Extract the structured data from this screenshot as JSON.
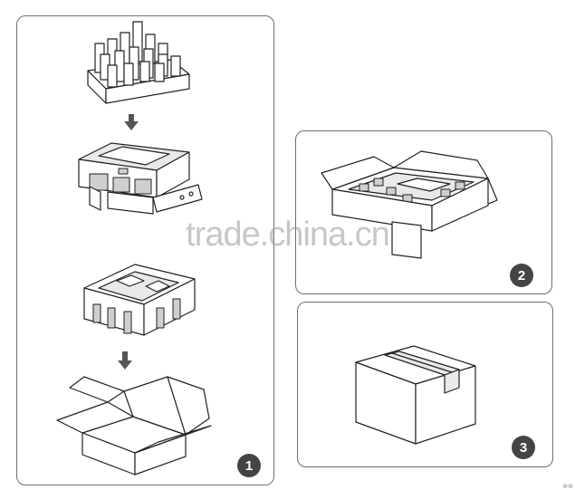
{
  "steps": [
    {
      "number": "1"
    },
    {
      "number": "2"
    },
    {
      "number": "3"
    }
  ],
  "watermark": "trade.china.cn",
  "corner_mark": "⊕⊕",
  "icons": [
    "foam-tray-icon",
    "arrow-down-icon",
    "device-icon",
    "molded-insert-icon",
    "open-box-icon",
    "closed-box-icon"
  ]
}
